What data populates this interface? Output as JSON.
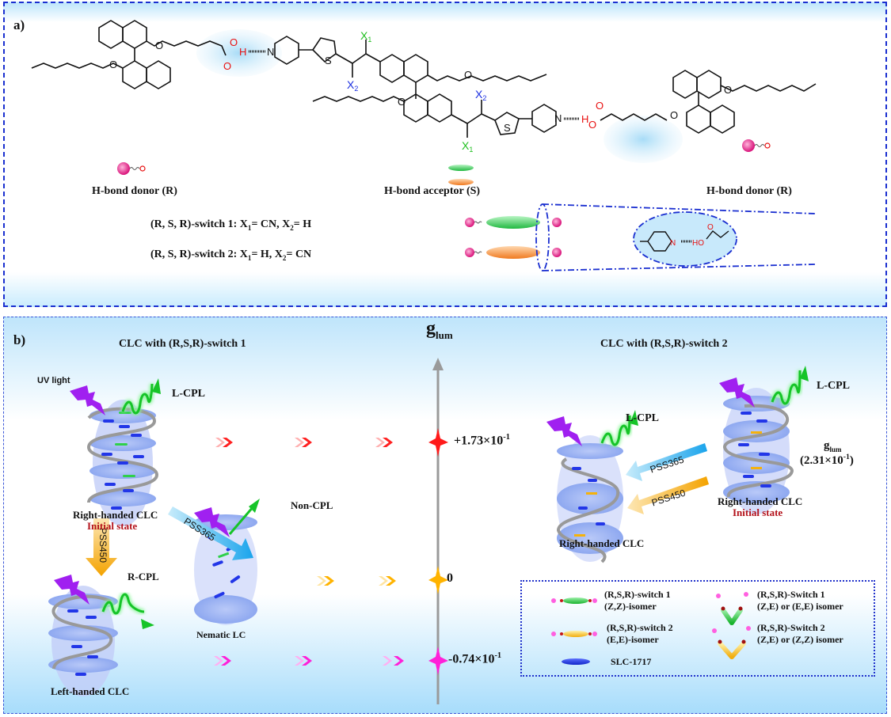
{
  "panel_a": {
    "label": "a)",
    "donor_left_label": "H-bond donor (R)",
    "acceptor_label": "H-bond acceptor (S)",
    "donor_right_label": "H-bond donor  (R)",
    "switch1_prefix": "(R, S, R)-switch 1: X",
    "switch1_x1": "=  CN,  X",
    "switch1_x2": "= H",
    "switch2_prefix": "(R, S, R)-switch 2: X",
    "switch2_x1": "=  H,  X",
    "switch2_x2": "= CN",
    "sub1": "1",
    "sub2": "2",
    "atoms": {
      "X1": "X",
      "X2": "X",
      "S": "S",
      "N": "N",
      "O": "O",
      "H": "H",
      "HO": "HO"
    },
    "colors": {
      "x1": "#1fbf1f",
      "x2": "#1a2ee0",
      "acid": "#e81010",
      "switch1": "#3ed65a",
      "switch2": "#f5913a",
      "donor": "#e8338a"
    }
  },
  "panel_b": {
    "label": "b)",
    "left_title": "CLC with (R,S,R)-switch 1",
    "right_title": "CLC with (R,S,R)-switch 2",
    "axis_label": "g",
    "axis_sub": "lum",
    "uv_light": "UV light",
    "l_cpl_1": "L-CPL",
    "l_cpl_2": "L-CPL",
    "l_cpl_3": "L-CPL",
    "r_cpl": "R-CPL",
    "non_cpl": "Non-CPL",
    "right_handed_clc_1": "Right-handed CLC",
    "initial_state_1": "Initial state",
    "right_handed_clc_2": "Right-handed CLC",
    "right_handed_clc_3": "Right-handed CLC",
    "initial_state_3": "Initial state",
    "left_handed_clc": "Left-handed CLC",
    "nematic_lc": "Nematic LC",
    "pss365_a": "PSS365",
    "pss450_a": "PSS450",
    "pss365_b": "PSS365",
    "pss450_b": "PSS450",
    "glum_initial_label": "g",
    "glum_initial_sub": "lum",
    "glum_initial_value": "(2.31×10",
    "glum_initial_exp": "-1",
    "glum_initial_close": ")",
    "levels": [
      {
        "mantissa": "+1.73×10",
        "exp": "-1",
        "value": 0.173,
        "color": "#ff1a1a"
      },
      {
        "mantissa": "0",
        "exp": "",
        "value": 0,
        "color": "#ffb300"
      },
      {
        "mantissa": "-0.74×10",
        "exp": "-1",
        "value": -0.074,
        "color": "#ff20d8"
      }
    ],
    "legend": [
      {
        "name": "(R,S,R)-switch 1",
        "detail": "(Z,Z)-isomer"
      },
      {
        "name": "(R,S,R)-switch 2",
        "detail": "(E,E)-isomer"
      },
      {
        "name": "SLC-1717",
        "detail": ""
      },
      {
        "name": "(R,S,R)-Switch 1",
        "detail": "(Z,E) or (E,E) isomer"
      },
      {
        "name": "(R,S,R)-Switch 2",
        "detail": "(Z,E) or (Z,Z) isomer"
      }
    ]
  }
}
